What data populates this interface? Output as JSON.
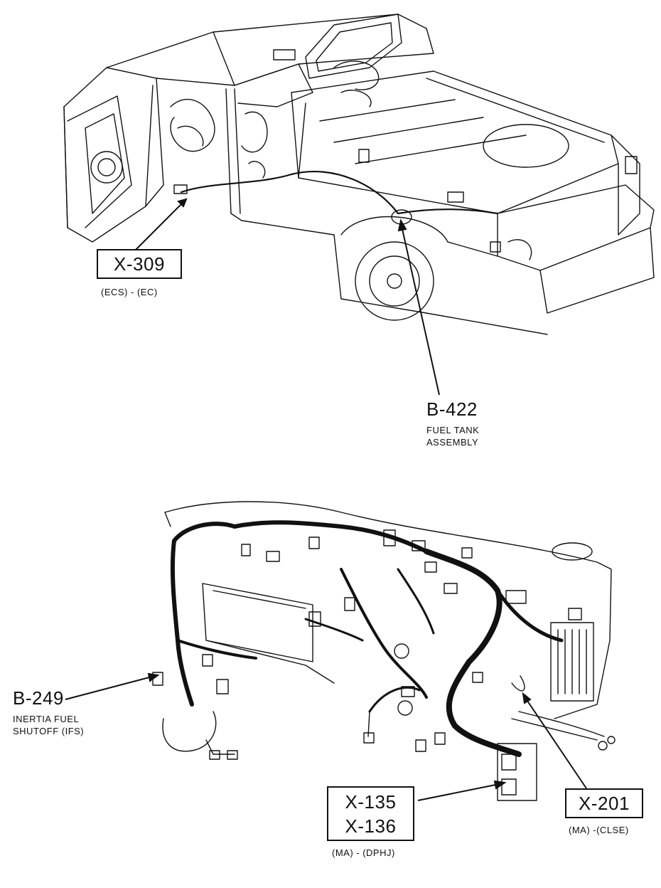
{
  "callouts": {
    "x309": {
      "code": "X-309",
      "note": "(ECS) - (EC)"
    },
    "b422": {
      "code": "B-422",
      "desc_line1": "FUEL TANK",
      "desc_line2": "ASSEMBLY"
    },
    "b249": {
      "code": "B-249",
      "desc_line1": "INERTIA FUEL",
      "desc_line2": "SHUTOFF (IFS)"
    },
    "x135": {
      "code_line1": "X-135",
      "code_line2": "X-136",
      "note": "(MA) - (DPHJ)"
    },
    "x201": {
      "code": "X-201",
      "note": "(MA) -(CLSE)"
    }
  }
}
